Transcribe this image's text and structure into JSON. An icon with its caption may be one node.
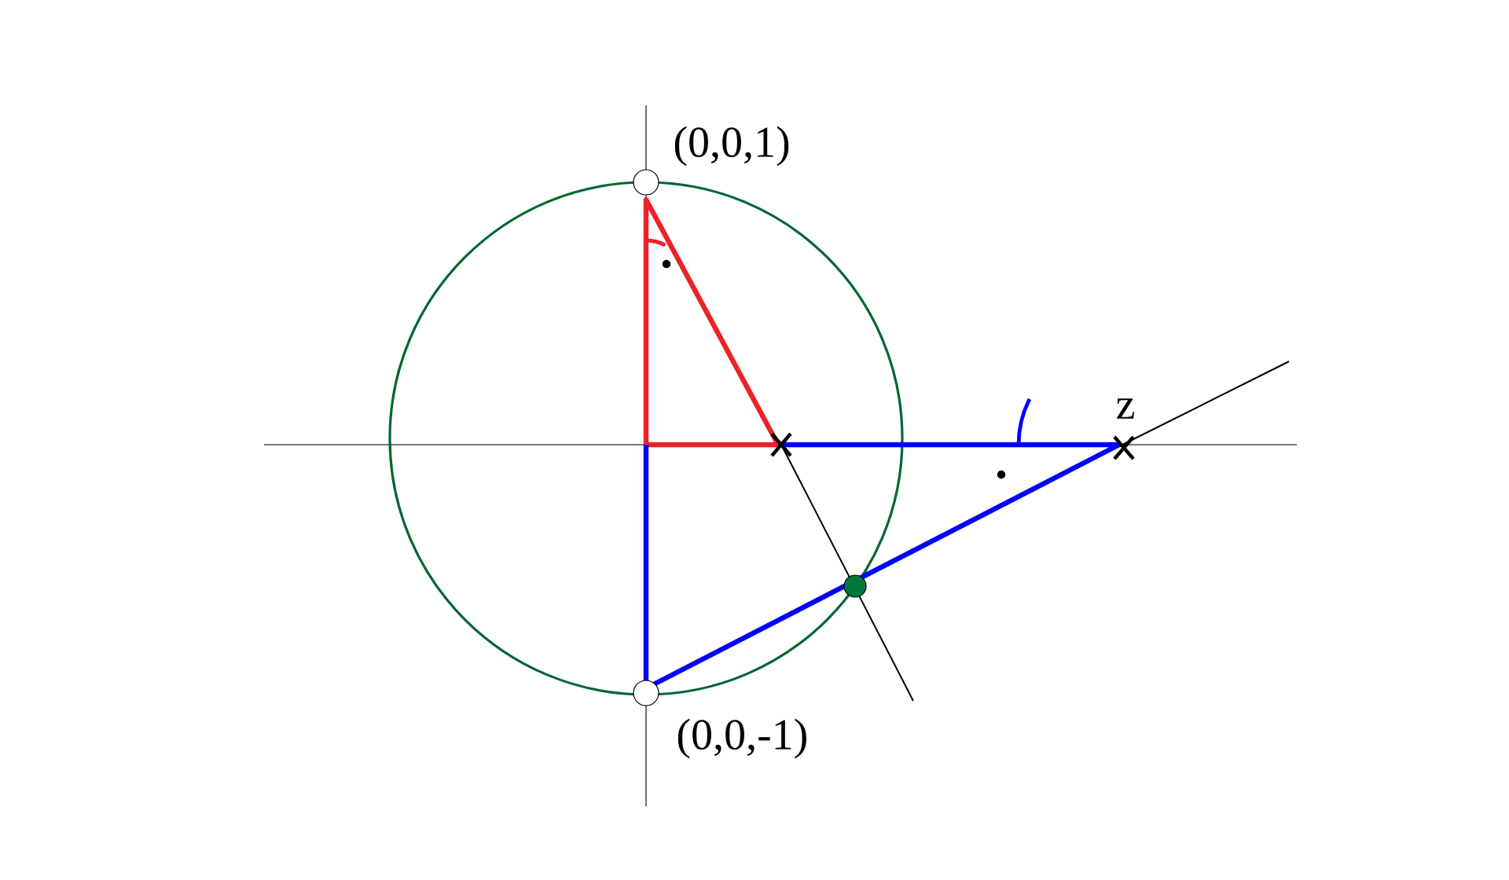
{
  "diagram": {
    "labels": [
      "(0,0,1)",
      "z",
      "(0,0,-1)"
    ]
  }
}
